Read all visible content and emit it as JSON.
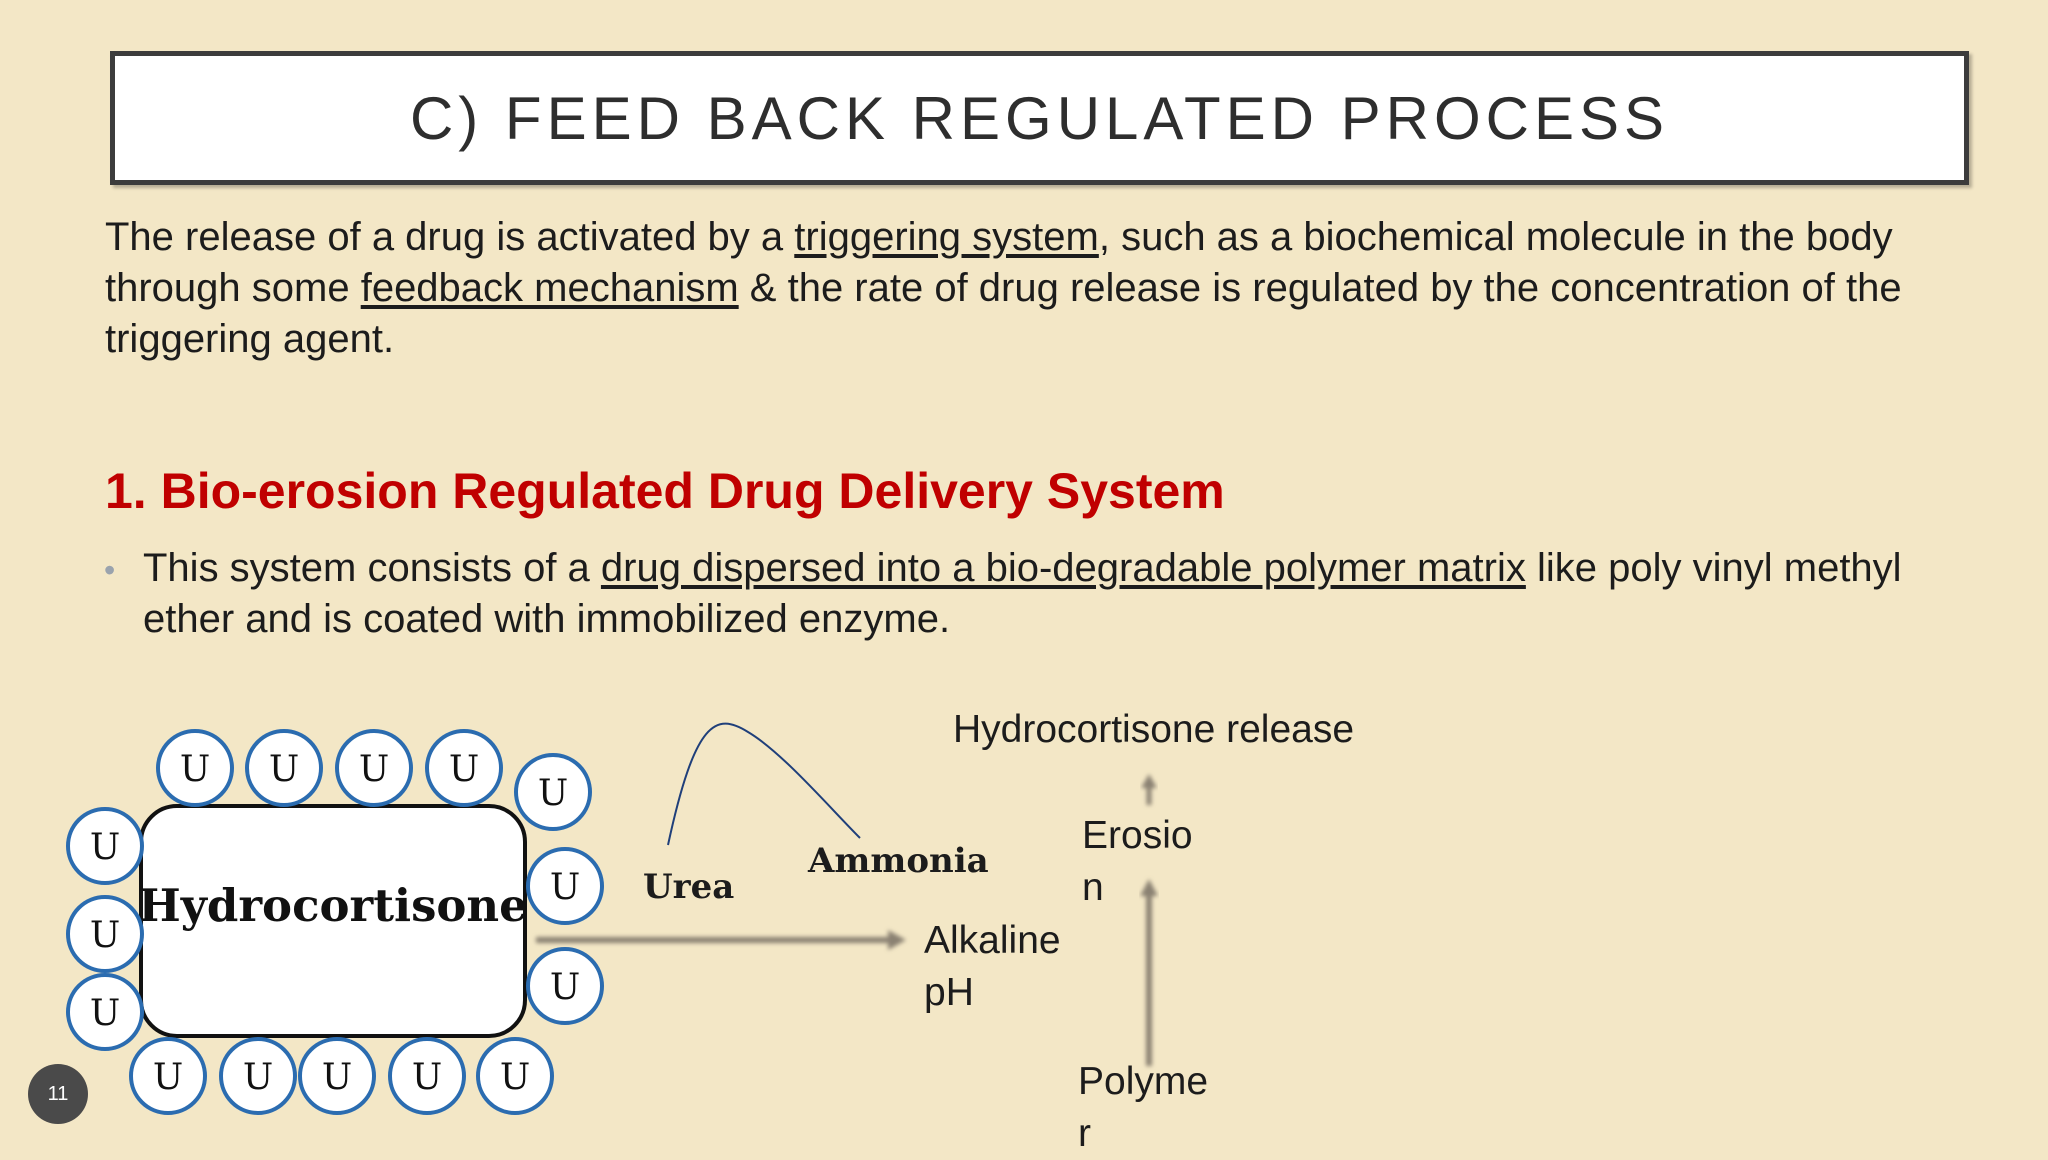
{
  "title": "C) FEED BACK REGULATED PROCESS",
  "intro": {
    "part1": "The release of a drug is activated by a ",
    "link1": "triggering system",
    "part2": ", such as a biochemical molecule in the body through some ",
    "link2": "feedback mechanism",
    "part3": " & the rate of drug release is regulated by the concentration of the triggering agent."
  },
  "section_heading": "1. Bio-erosion Regulated Drug Delivery System",
  "bullet": {
    "part1": "This system consists of a ",
    "underlined": "drug dispersed into a bio-degradable polymer matrix",
    "part2": " like poly vinyl methyl ether and is coated with immobilized enzyme."
  },
  "diagram": {
    "core_label": "Hydrocortisone",
    "enzyme_label": "U",
    "urea": "Urea",
    "ammonia": "Ammonia",
    "alkaline_line1": "Alkaline",
    "alkaline_line2": "pH",
    "release": "Hydrocortisone release",
    "erosion_line1": "Erosio",
    "erosion_line2": "n",
    "polymer_line1": "Polyme",
    "polymer_line2": "r"
  },
  "slide_number": "11",
  "colors": {
    "background": "#f3e7c6",
    "heading": "#c00000",
    "enzyme_ring": "#2b6cb0"
  }
}
